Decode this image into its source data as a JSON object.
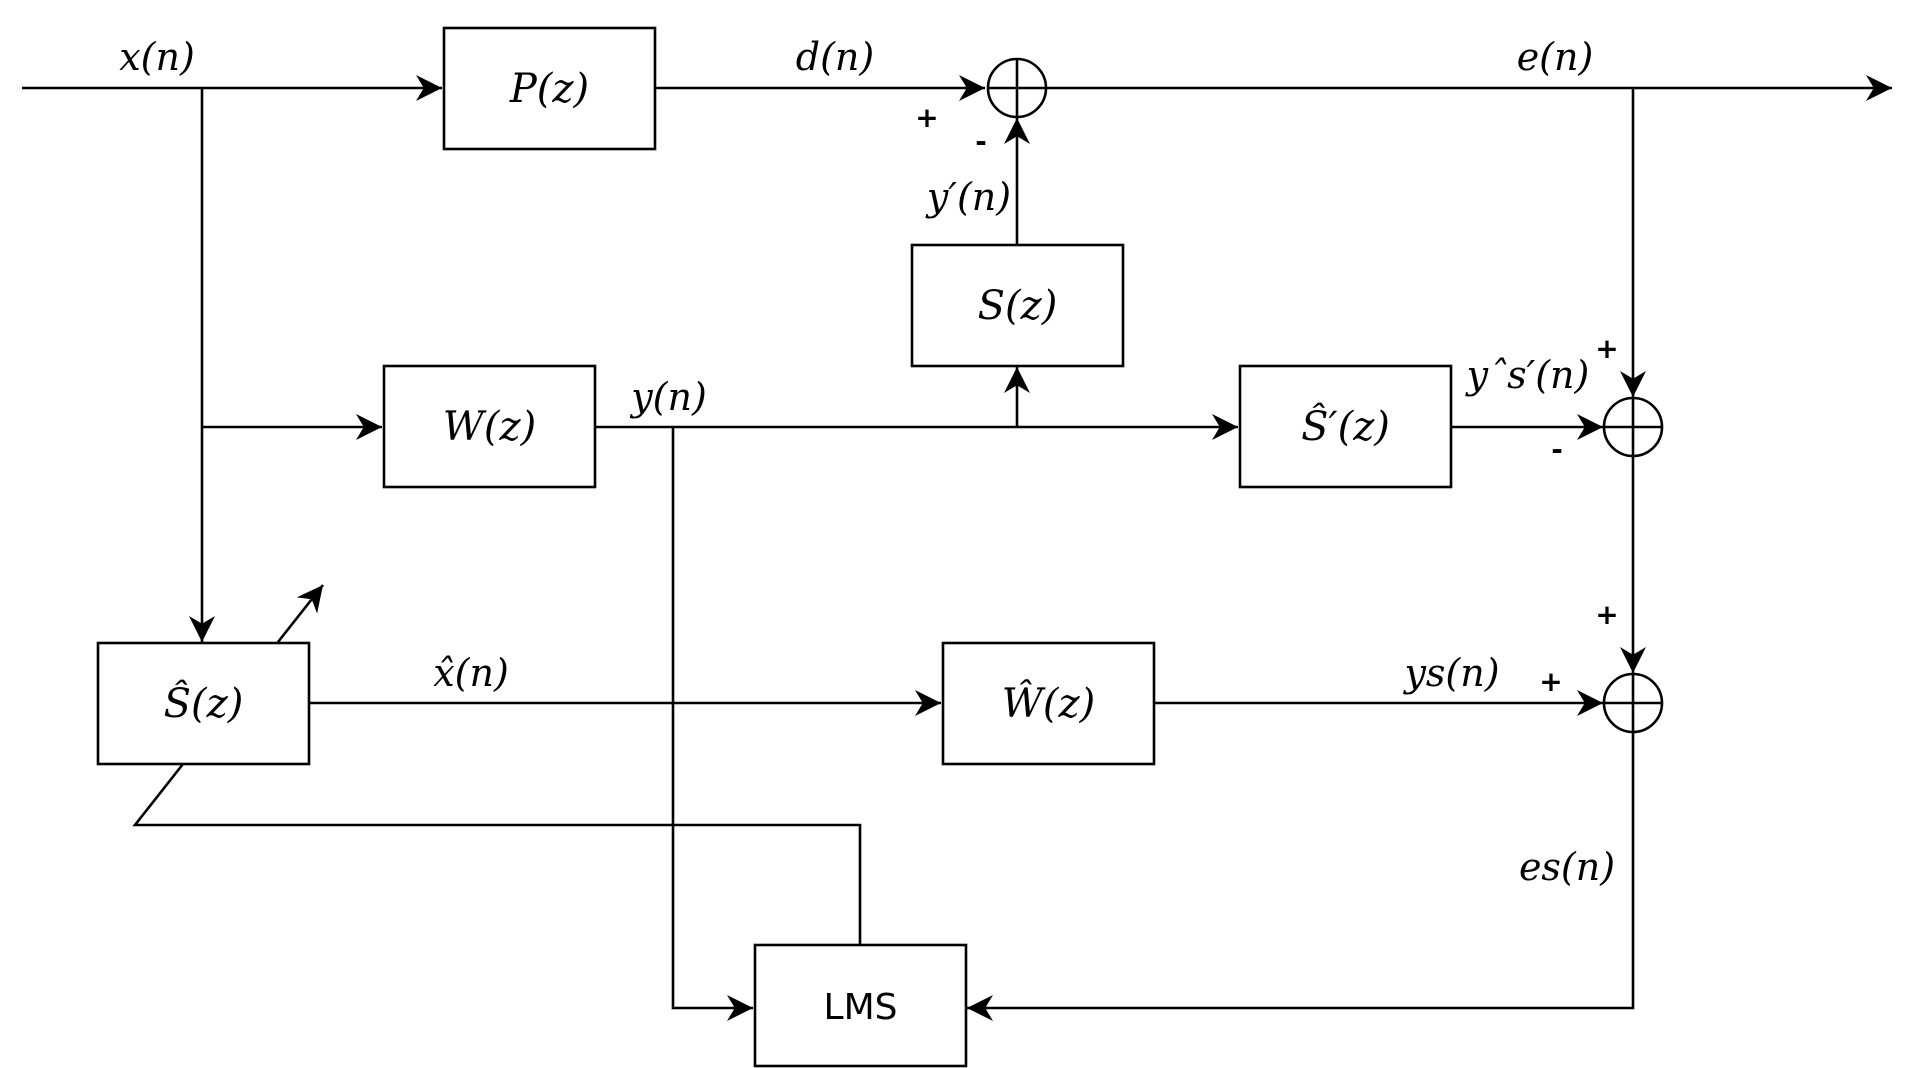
{
  "blocks": {
    "P": "P(z)",
    "W": "W(z)",
    "S": "S(z)",
    "S_hat_prime": "Ŝ′(z)",
    "S_hat": "Ŝ(z)",
    "W_hat": "Ŵ(z)",
    "LMS": "LMS"
  },
  "signals": {
    "x": "x(n)",
    "d": "d(n)",
    "e": "e(n)",
    "y_prime": "y′(n)",
    "y": "y(n)",
    "y_s_hat": "yˆs′(n)",
    "x_hat": "x̂(n)",
    "y_s": "ys(n)",
    "e_s": "es(n)"
  },
  "signs": {
    "sum1_in_d": "+",
    "sum1_in_y_prime": "-",
    "sum2_in_e": "+",
    "sum2_in_y_s_hat": "-",
    "sum3_in_top": "+",
    "sum3_in_y_s": "+"
  }
}
